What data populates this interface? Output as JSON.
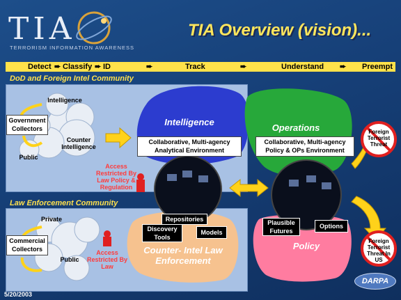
{
  "header": {
    "logo": "TIA",
    "logo_subtitle": "TERRORISM INFORMATION AWARENESS",
    "title": "TIA Overview (vision)..."
  },
  "phases": [
    "Detect",
    "Classify",
    "ID",
    "Track",
    "Understand",
    "Preempt"
  ],
  "top_section": {
    "title": "DoD and Foreign Intel Community",
    "collectors": "Government Collectors",
    "nodes": [
      "Intelligence",
      "Counter Intelligence",
      "Public"
    ]
  },
  "bottom_section": {
    "title": "Law Enforcement Community",
    "collectors": "Commercial Collectors",
    "nodes": [
      "Private",
      "Public"
    ]
  },
  "access_top": "Access Restricted By Law Policy & Regulation",
  "access_bottom": "Access Restricted By Law",
  "intelligence": {
    "label": "Intelligence",
    "env": "Collaborative, Multi-agency Analytical Environment"
  },
  "operations": {
    "label": "Operations",
    "env": "Collaborative, Multi-agency Policy & OPs Environment"
  },
  "counter_intel": {
    "label": "Counter- Intel Law Enforcement"
  },
  "policy": {
    "label": "Policy"
  },
  "tools": [
    "Repositories",
    "Discovery Tools",
    "Models"
  ],
  "policy_tools": [
    "Plausible Futures",
    "Options"
  ],
  "threats": [
    "Foreign Terrorist Threat",
    "Foreign Terrorist Threat In US"
  ],
  "footer": {
    "date": "5/20/2003",
    "agency": "DARPA"
  },
  "colors": {
    "background": "#1a4683",
    "phase_bar": "#ffe24a",
    "intelligence_blob": "#2c3ccf",
    "operations_blob": "#27a83a",
    "policy_blob": "#ff7ca0",
    "counter_intel_blob": "#f6c28f",
    "arrow": "#ffd21a",
    "title": "#ffe65c"
  }
}
